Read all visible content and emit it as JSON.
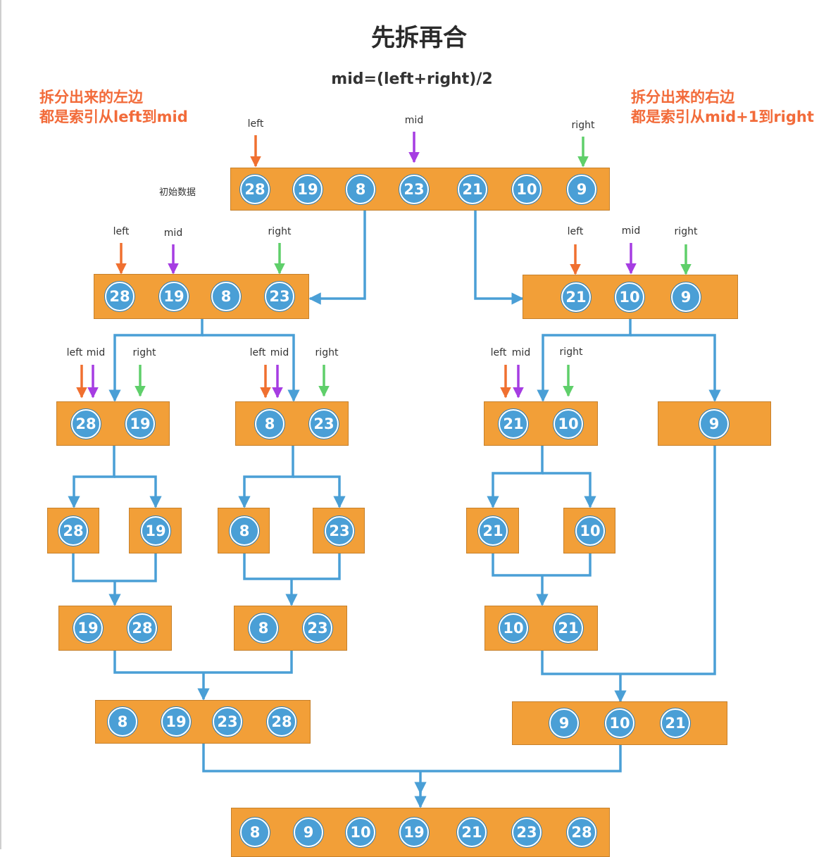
{
  "title": "先拆再合",
  "formula": "mid=(left+right)/2",
  "notes": {
    "left": [
      "拆分出来的左边",
      "都是索引从left到mid"
    ],
    "right": [
      "拆分出来的右边",
      "都是索引从mid+1到right"
    ]
  },
  "initial_label": "初始数据",
  "pointer_labels": {
    "left": "left",
    "mid": "mid",
    "right": "right"
  },
  "colors": {
    "box": "#f29f38",
    "node": "#4a9fd6",
    "connector": "#4a9fd6",
    "left_pointer": "#f07030",
    "mid_pointer": "#a63de2",
    "right_pointer": "#5fcf6a",
    "note_text": "#f26b3a"
  },
  "arrays": {
    "initial": [
      28,
      19,
      8,
      23,
      21,
      10,
      9
    ],
    "split_left": [
      28,
      19,
      8,
      23
    ],
    "split_right": [
      21,
      10,
      9
    ],
    "split_ll": [
      28,
      19
    ],
    "split_lr": [
      8,
      23
    ],
    "split_rl": [
      21,
      10
    ],
    "split_rr": [
      9
    ],
    "leaf_28": [
      28
    ],
    "leaf_19": [
      19
    ],
    "leaf_8": [
      8
    ],
    "leaf_23": [
      23
    ],
    "leaf_21": [
      21
    ],
    "leaf_10": [
      10
    ],
    "merge_19_28": [
      19,
      28
    ],
    "merge_8_23": [
      8,
      23
    ],
    "merge_10_21": [
      10,
      21
    ],
    "merge_left": [
      8,
      19,
      23,
      28
    ],
    "merge_right": [
      9,
      10,
      21
    ],
    "final": [
      8,
      9,
      10,
      19,
      21,
      23,
      28
    ]
  }
}
